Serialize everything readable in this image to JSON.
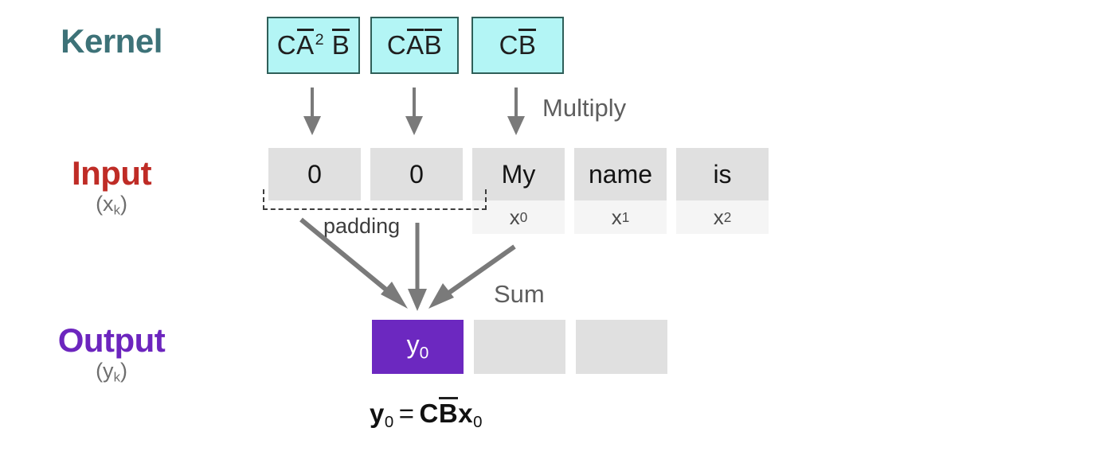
{
  "diagram": {
    "title_rows": {
      "kernel": {
        "label": "Kernel",
        "color": "#3d7278"
      },
      "input": {
        "label": "Input",
        "sub": "(x",
        "sub_index": "k",
        "sub_close": ")",
        "color": "#bf2c26"
      },
      "output": {
        "label": "Output",
        "sub": "(y",
        "sub_index": "k",
        "sub_close": ")",
        "color": "#6c25be"
      }
    },
    "kernel": {
      "boxes": [
        {
          "name": "kernel-term-0",
          "c": "C",
          "a": "A",
          "a_exp": "2",
          "b": "B",
          "text": "CA̅2 B̅"
        },
        {
          "name": "kernel-term-1",
          "c": "C",
          "a": "A",
          "a_exp": "",
          "b": "B",
          "text": "CA̅B̅"
        },
        {
          "name": "kernel-term-2",
          "c": "C",
          "a": "",
          "a_exp": "",
          "b": "B",
          "text": "CB̅"
        }
      ],
      "fill_color": "#b3f5f5",
      "border_color": "#2f5f59"
    },
    "annotations": {
      "multiply": "Multiply",
      "sum": "Sum",
      "padding": "padding"
    },
    "input": {
      "cells": [
        {
          "token": "0",
          "index": "",
          "is_padding": true
        },
        {
          "token": "0",
          "index": "",
          "is_padding": true
        },
        {
          "token": "My",
          "index": "0",
          "is_padding": false
        },
        {
          "token": "name",
          "index": "1",
          "is_padding": false
        },
        {
          "token": "is",
          "index": "2",
          "is_padding": false
        }
      ],
      "index_symbol": "x",
      "cell_color": "#e0e0e0",
      "index_color": "#f5f5f5"
    },
    "output": {
      "cells": [
        {
          "label": "y",
          "index": "0",
          "active": true
        },
        {
          "label": "",
          "index": "",
          "active": false
        },
        {
          "label": "",
          "index": "",
          "active": false
        }
      ],
      "active_color": "#6c28c0",
      "cell_color": "#e0e0e0"
    },
    "equation": {
      "lhs": "y",
      "lhs_index": "0",
      "operator": "=",
      "rhs_c": "C",
      "rhs_b": "B",
      "rhs_x": "x",
      "rhs_x_index": "0",
      "full_text": "y0 = CB̅x0"
    },
    "arrow_color": "#7a7a7a"
  }
}
